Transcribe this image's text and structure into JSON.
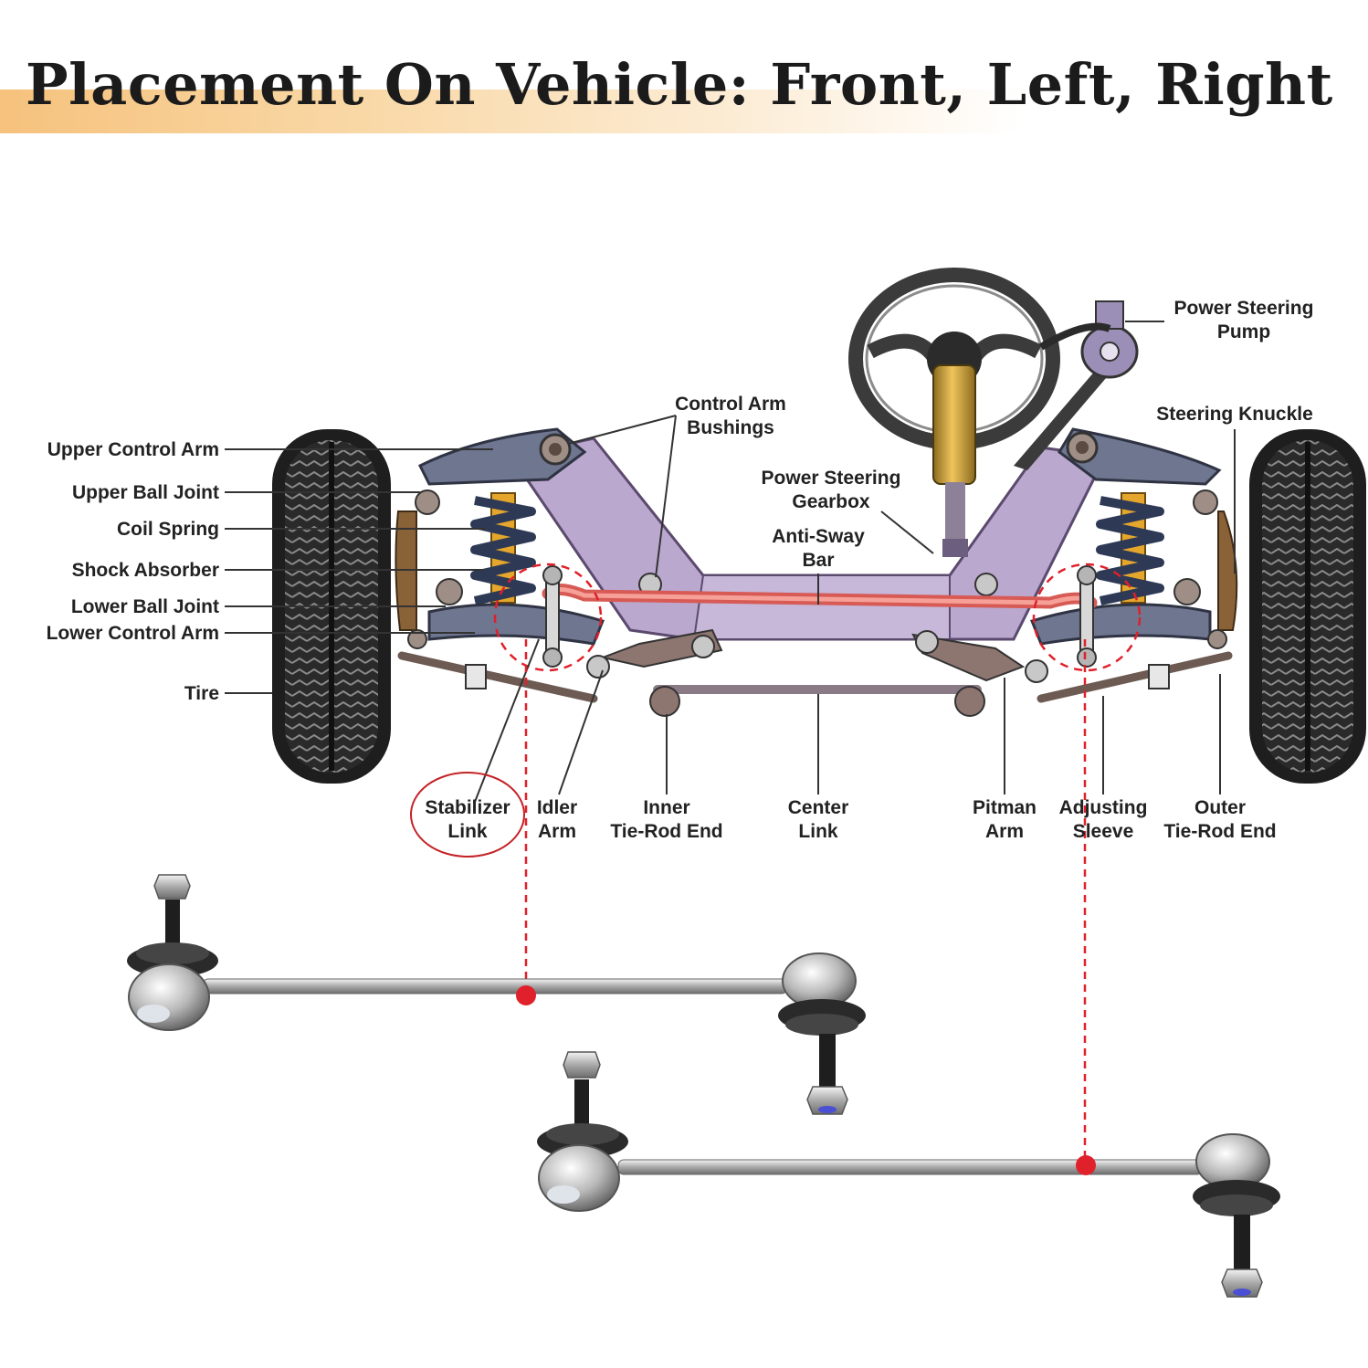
{
  "headline": "Placement On Vehicle: Front, Left, Right",
  "labels": {
    "upper_control_arm": "Upper Control Arm",
    "upper_ball_joint": "Upper Ball Joint",
    "coil_spring": "Coil Spring",
    "shock_absorber": "Shock Absorber",
    "lower_ball_joint": "Lower Ball Joint",
    "lower_control_arm": "Lower Control Arm",
    "tire": "Tire",
    "control_arm_bushings_1": "Control Arm",
    "control_arm_bushings_2": "Bushings",
    "power_steering_gearbox_1": "Power Steering",
    "power_steering_gearbox_2": "Gearbox",
    "anti_sway_bar_1": "Anti-Sway",
    "anti_sway_bar_2": "Bar",
    "power_steering_pump_1": "Power Steering",
    "power_steering_pump_2": "Pump",
    "steering_knuckle": "Steering Knuckle",
    "stabilizer_link_1": "Stabilizer",
    "stabilizer_link_2": "Link",
    "idler_arm_1": "Idler",
    "idler_arm_2": "Arm",
    "inner_tie_rod_end_1": "Inner",
    "inner_tie_rod_end_2": "Tie-Rod End",
    "center_link_1": "Center",
    "center_link_2": "Link",
    "pitman_arm_1": "Pitman",
    "pitman_arm_2": "Arm",
    "adjusting_sleeve_1": "Adjusting",
    "adjusting_sleeve_2": "Sleeve",
    "outer_tie_rod_end_1": "Outer",
    "outer_tie_rod_end_2": "Tie-Rod End"
  },
  "colors": {
    "highlight_red": "#e0202a",
    "frame_purple": "#b9a6cc",
    "arm_slate": "#6c7488",
    "tire_dark": "#262626",
    "headline_band": "#f6c27d"
  }
}
